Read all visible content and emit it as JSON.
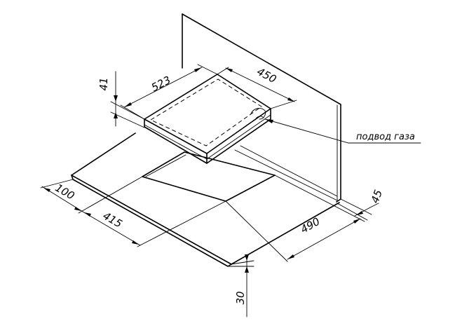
{
  "dimensions": {
    "d523": "523",
    "d450": "450",
    "d41": "41",
    "d100": "100",
    "d415": "415",
    "d490": "490",
    "d45": "45",
    "d30": "30"
  },
  "labels": {
    "gas_supply": "подвод газа"
  }
}
